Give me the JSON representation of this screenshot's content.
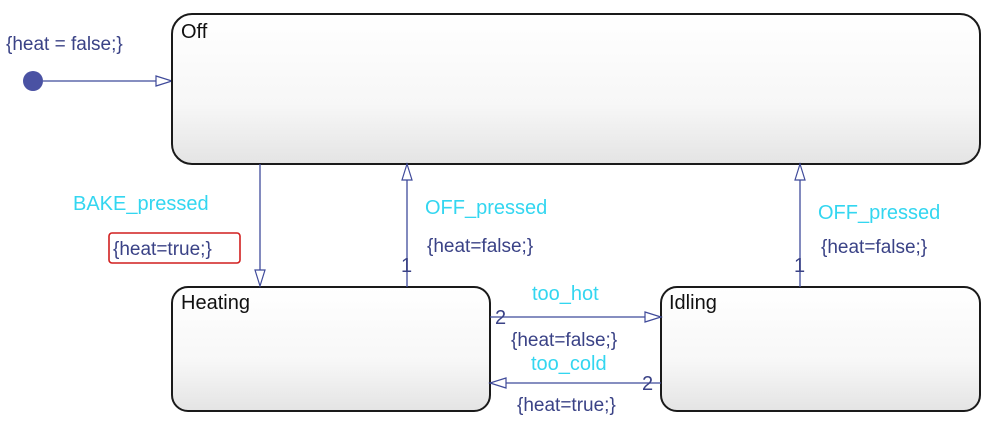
{
  "states": {
    "off": "Off",
    "heating": "Heating",
    "idling": "Idling"
  },
  "default_transition": {
    "action": "{heat = false;}"
  },
  "transitions": {
    "bake": {
      "event": "BAKE_pressed",
      "action": "{heat=true;}"
    },
    "off_from_heating": {
      "event": "OFF_pressed",
      "action": "{heat=false;}",
      "priority": "1"
    },
    "off_from_idling": {
      "event": "OFF_pressed",
      "action": "{heat=false;}",
      "priority": "1"
    },
    "too_hot": {
      "event": "too_hot",
      "action": "{heat=false;}",
      "priority": "2"
    },
    "too_cold": {
      "event": "too_cold",
      "action": "{heat=true;}",
      "priority": "2"
    }
  },
  "colors": {
    "event_label": "#33d6f0",
    "action_label": "#3a4286",
    "edge": "#3f4a9a",
    "highlight": "#d11f1f"
  }
}
